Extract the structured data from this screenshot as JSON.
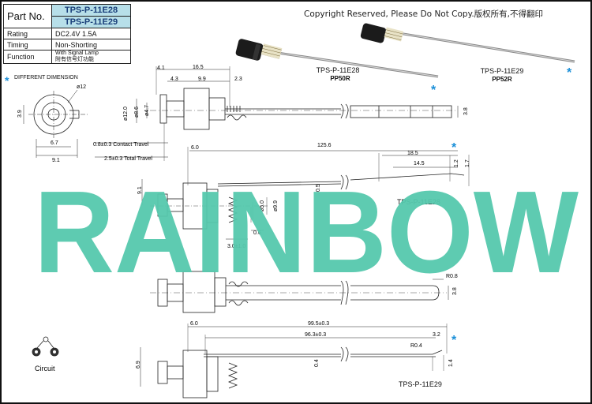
{
  "spec_table": {
    "part_no_label": "Part No.",
    "part_numbers": [
      "TPS-P-11E28",
      "TPS-P-11E29"
    ],
    "rows": [
      {
        "label": "Rating",
        "value": "DC2.4V  1.5A"
      },
      {
        "label": "Timing",
        "value": "Non-Shorting"
      },
      {
        "label": "Function",
        "value": "With Signal Lamp",
        "value_cn": "附有信号灯功能"
      }
    ]
  },
  "copyright": "Copyright Reserved, Please Do Not Copy.版权所有,不得翻印",
  "watermark": "RAINBOW",
  "watermark_color": "#55c8ad",
  "accent_color": "#1a8fd8",
  "different_dimension_label": "DIFFERENT DIMENSION",
  "asterisk": "*",
  "photo_labels": [
    {
      "model": "TPS-P-11E28",
      "plug": "PP50R"
    },
    {
      "model": "TPS-P-11E29",
      "plug": "PP52R"
    }
  ],
  "front_view": {
    "dia": "ø12",
    "height": "3.9",
    "width1": "6.7",
    "width2": "9.1"
  },
  "top_view": {
    "dims_top": [
      "4.1",
      "16.5",
      "4.3",
      "9.9",
      "2.3"
    ],
    "dims_left": [
      "ø12.0",
      "ø8.6",
      "ø4.7"
    ],
    "contact_travel": "0.8±0.3 Contact Travel",
    "total_travel": "2.5±0.3 Total Travel",
    "tip": "3.8"
  },
  "side_view_1": {
    "dims": [
      "6.0",
      "125.6",
      "18.5",
      "14.5",
      "1.2",
      "1.7",
      "0.5",
      "9.1",
      "ø5.0",
      "ø9.9",
      "0.6",
      "3.0±1.0"
    ],
    "label": "TPS-P-11E28"
  },
  "view_3": {
    "radius": "R0.8",
    "tip": "3.8"
  },
  "side_view_2": {
    "dims": [
      "6.0",
      "99.5±0.3",
      "96.3±0.3",
      "3.2",
      "R0.4",
      "6.9",
      "0.4",
      "1.4"
    ],
    "label": "TPS-P-11E29"
  },
  "circuit_label": "Circuit"
}
